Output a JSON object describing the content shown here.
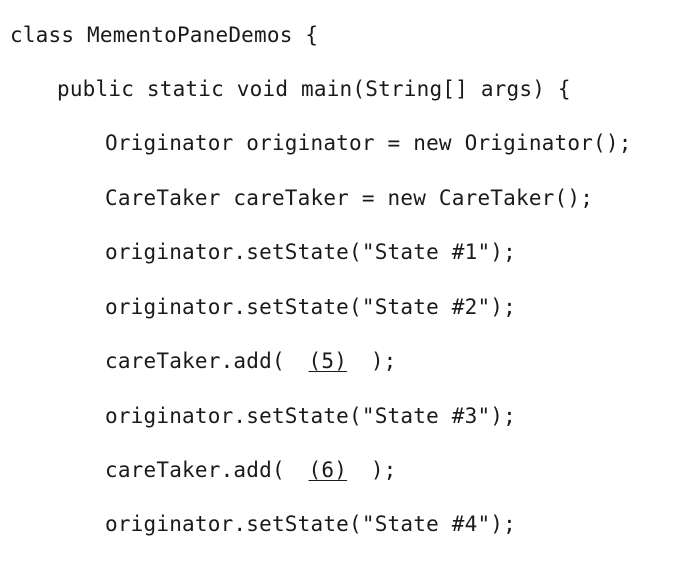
{
  "code": {
    "class_decl": "class MementoPaneDemos {",
    "main_decl": "public static void main(String[] args) {",
    "line_originator": "Originator originator = new Originator();",
    "line_caretaker": "CareTaker careTaker = new CareTaker();",
    "line_state1": "originator.setState(\"State #1\");",
    "line_state2": "originator.setState(\"State #2\");",
    "add1": {
      "prefix": "careTaker.add(",
      "blank": "(5)",
      "suffix": ");"
    },
    "line_state3": "originator.setState(\"State #3\");",
    "add2": {
      "prefix": "careTaker.add(",
      "blank": "(6)",
      "suffix": ");"
    },
    "line_state4": "originator.setState(\"State #4\");"
  }
}
